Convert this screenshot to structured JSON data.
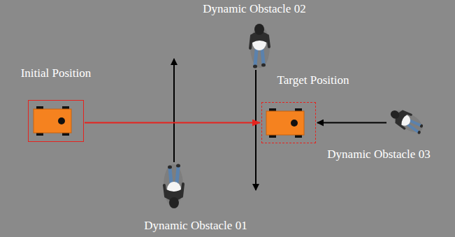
{
  "diagram": {
    "nodes": [
      {
        "text": [
          "Dynamic Obstacle 02"
        ]
      },
      {
        "text": [
          "Initial Position"
        ]
      },
      {
        "text": [
          "Target Position"
        ]
      },
      {
        "text": [
          "Dynamic Obstacle 03"
        ]
      },
      {
        "text": [
          "Dynamic Obstacle 01"
        ]
      }
    ],
    "edges": [
      {
        "from": 1,
        "to": 2,
        "arrow": "to"
      },
      {
        "from": 3,
        "to": 2,
        "arrow": "to"
      }
    ]
  }
}
